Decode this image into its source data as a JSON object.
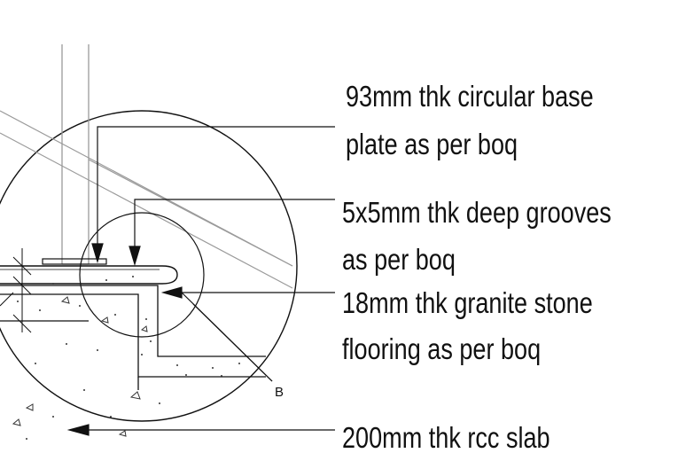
{
  "annotations": [
    {
      "id": "base-plate",
      "lines": [
        "93mm thk circular base",
        "plate as per boq"
      ]
    },
    {
      "id": "grooves",
      "lines": [
        "5x5mm thk deep grooves",
        "as per boq"
      ]
    },
    {
      "id": "granite",
      "lines": [
        "18mm thk granite stone",
        "flooring as per boq"
      ]
    },
    {
      "id": "slab",
      "lines": [
        "200mm thk rcc slab"
      ]
    }
  ],
  "section_marker": "B",
  "colors": {
    "line": "#111111",
    "guide": "#9a9a9a",
    "background": "#ffffff"
  }
}
